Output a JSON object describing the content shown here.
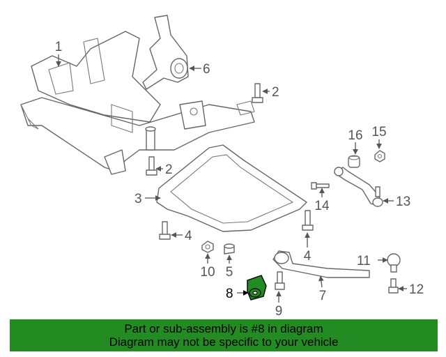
{
  "callouts": {
    "c1": "1",
    "c2a": "2",
    "c2b": "2",
    "c3": "3",
    "c4a": "4",
    "c4b": "4",
    "c5": "5",
    "c6": "6",
    "c7": "7",
    "c8": "8",
    "c9": "9",
    "c10": "10",
    "c11": "11",
    "c12": "12",
    "c13": "13",
    "c14": "14",
    "c15": "15",
    "c16": "16"
  },
  "highlight": {
    "part": "8",
    "color": "#228b22"
  },
  "banner": {
    "line1": "Part or sub-assembly is #8 in diagram",
    "line2": "Diagram may not be specific to your vehicle"
  }
}
